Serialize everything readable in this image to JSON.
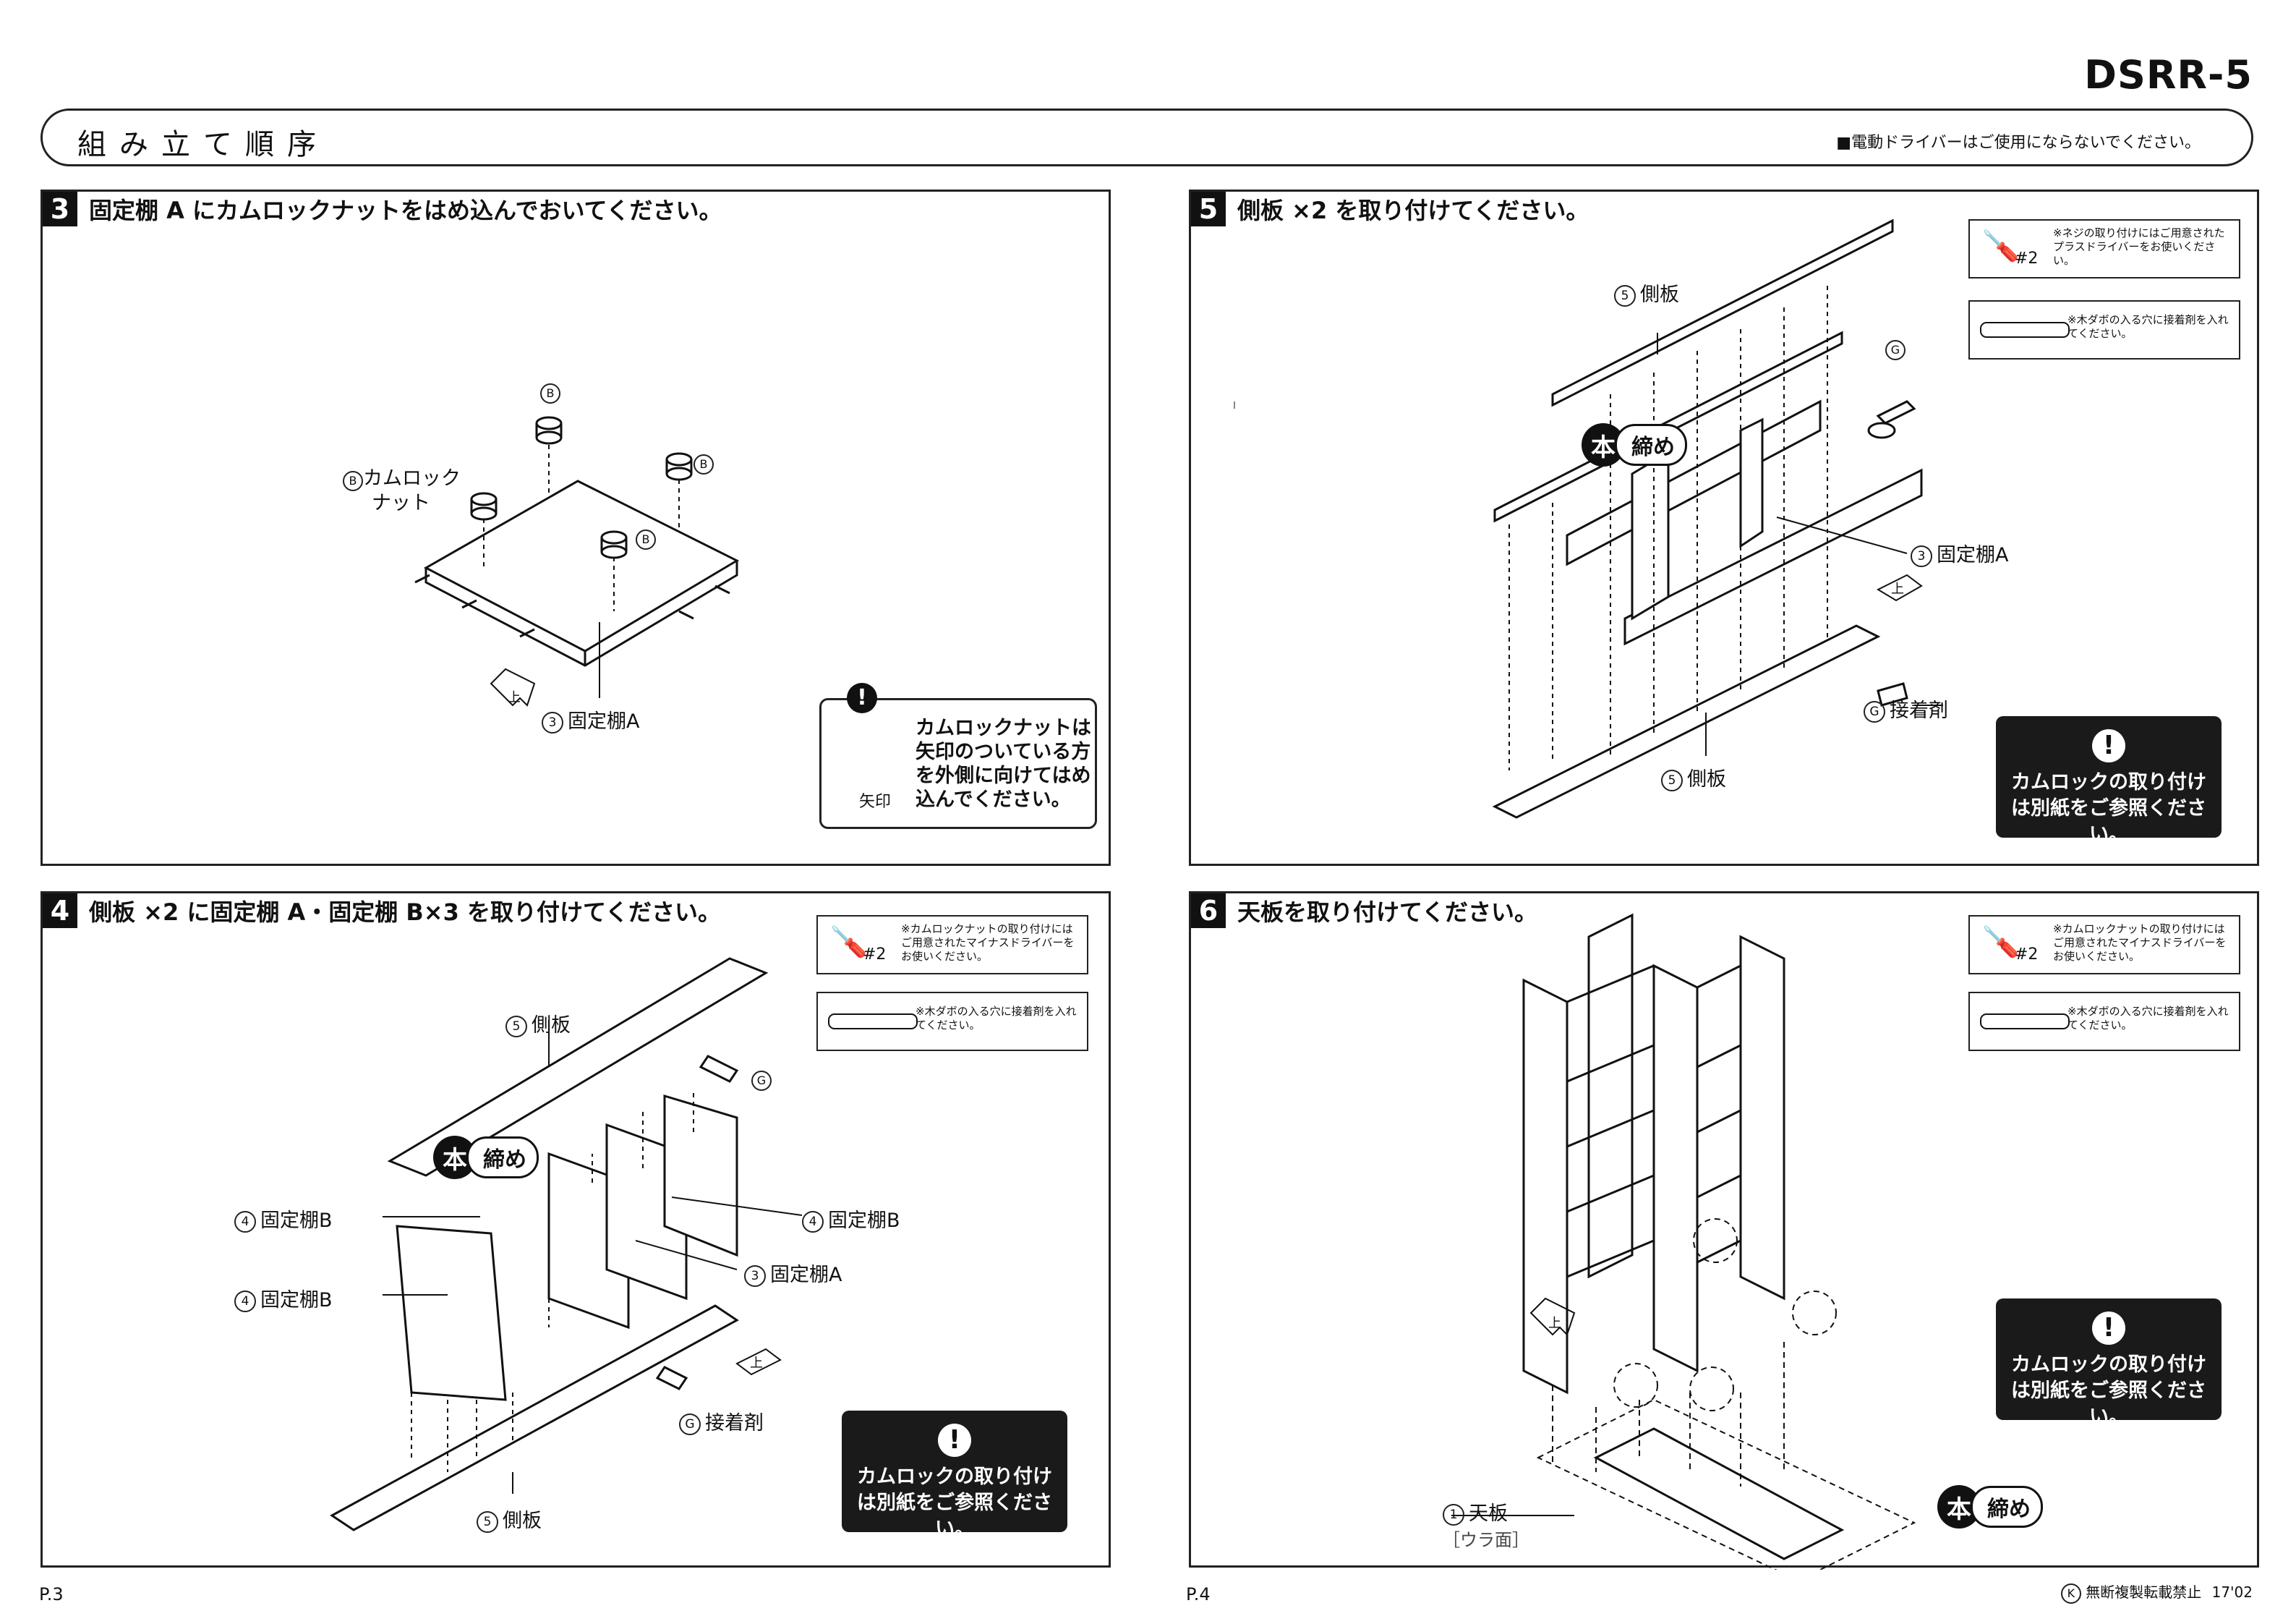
{
  "header": {
    "model": "DSRR-5",
    "title": "組み立て順序",
    "note": "■電動ドライバーはご使用にならないでください。"
  },
  "step3": {
    "num": "3",
    "title": "固定棚 A にカムロックナットをはめ込んでおいてください。",
    "label_b1": "B",
    "label_nut_1": "カムロック",
    "label_nut_2": "ナット",
    "label_b": "B",
    "label_shelf_num": "3",
    "label_shelf": "固定棚A",
    "label_top": "上",
    "warning_lines": [
      "カムロックナットは",
      "矢印のついている方",
      "を外側に向けてはめ",
      "込んでください。"
    ],
    "arrow_caption": "矢印"
  },
  "step4": {
    "num": "4",
    "title": "側板 ×2 に固定棚 A・固定棚 B×3 を取り付けてください。",
    "tool1_num": "#2",
    "tool1_note": "※カムロックナットの取り付けにはご用意されたマイナスドライバーをお使いください。",
    "tool2_note": "※木ダボの入る穴に接着剤を入れてください。",
    "lbl_side_top": "側板",
    "lbl_g": "G",
    "lbl_shelf_b1": "固定棚B",
    "lbl_shelf_b2": "固定棚B",
    "lbl_shelf_b3": "固定棚B",
    "lbl_shelf_a": "固定棚A",
    "lbl_glue": "接着剤",
    "lbl_side_bottom": "側板",
    "num_side": "5",
    "num_b": "4",
    "num_a": "3",
    "honjime_hon": "本",
    "honjime_jime": "締め",
    "label_top": "上",
    "dark_lines": [
      "カムロックの取り付け",
      "は別紙をご参照ください。"
    ]
  },
  "step5": {
    "num": "5",
    "title": "側板 ×2 を取り付けてください。",
    "tool1_num": "#2",
    "tool1_note": "※ネジの取り付けにはご用意されたプラスドライバーをお使いください。",
    "tool2_note": "※木ダボの入る穴に接着剤を入れてください。",
    "lbl_side_top": "側板",
    "lbl_shelf_a": "固定棚A",
    "lbl_glue": "接着剤",
    "lbl_side_bottom": "側板",
    "lbl_g": "G",
    "honjime_hon": "本",
    "honjime_jime": "締め",
    "label_top": "上",
    "dark_lines": [
      "カムロックの取り付け",
      "は別紙をご参照ください。"
    ]
  },
  "step6": {
    "num": "6",
    "title": "天板を取り付けてください。",
    "tool1_num": "#2",
    "tool1_note": "※カムロックナットの取り付けにはご用意されたマイナスドライバーをお使いください。",
    "tool2_note": "※木ダボの入る穴に接着剤を入れてください。",
    "lbl_top_num": "1",
    "lbl_top": "天板",
    "lbl_back": "［ウラ面］",
    "honjime_hon": "本",
    "honjime_jime": "締め",
    "label_top": "上",
    "dark_lines": [
      "カムロックの取り付け",
      "は別紙をご参照ください。"
    ]
  },
  "footer": {
    "page_left": "P.3",
    "page_right": "P.4",
    "copyright_mark": "K",
    "copyright": "無断複製転載禁止",
    "date": "17'02"
  },
  "colors": {
    "ink": "#111111",
    "panel_border": "#222222",
    "dark_box": "#1a1a1a"
  }
}
